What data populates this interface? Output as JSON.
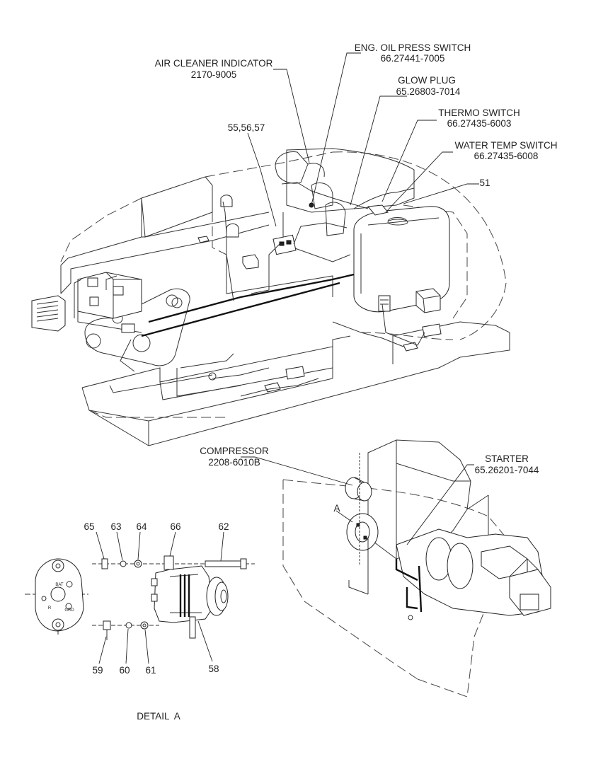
{
  "callouts": {
    "air_cleaner": {
      "name": "AIR CLEANER INDICATOR",
      "part": "2170-9005"
    },
    "oil_press": {
      "name": "ENG. OIL PRESS SWITCH",
      "part": "66.27441-7005"
    },
    "glow_plug": {
      "name": "GLOW PLUG",
      "part": "65.26803-7014"
    },
    "thermo": {
      "name": "THERMO SWITCH",
      "part": "66.27435-6003"
    },
    "water_temp": {
      "name": "WATER TEMP SWITCH",
      "part": "66.27435-6008"
    },
    "items_55_57": "55,56,57",
    "item_51": "51",
    "compressor": {
      "name": "COMPRESSOR",
      "part": "2208-6010B"
    },
    "starter": {
      "name": "STARTER",
      "part": "65.26201-7044"
    },
    "detail_marker": "A"
  },
  "detail": {
    "title": "DETAIL  A",
    "items": {
      "n65": "65",
      "n63": "63",
      "n64": "64",
      "n66": "66",
      "n62": "62",
      "n59": "59",
      "n60": "60",
      "n61": "61",
      "n58": "58"
    },
    "terminals": {
      "bat": "BAT",
      "r": "R",
      "grd": "GRD"
    }
  }
}
